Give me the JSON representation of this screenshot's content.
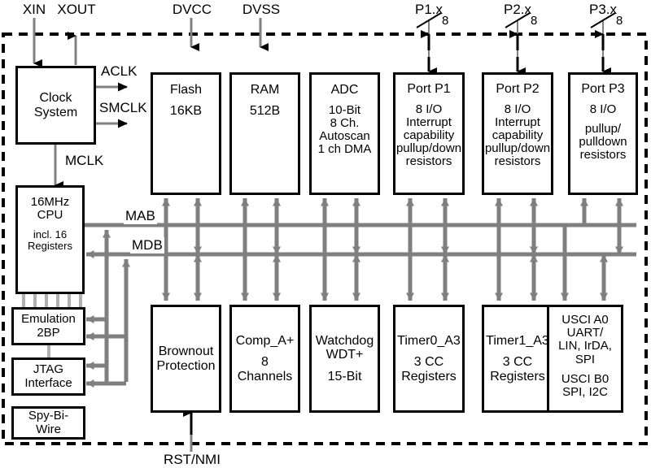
{
  "diagram": {
    "title": "MSP430 Microcontroller Functional Block Diagram",
    "boundary_style": "dashed chip boundary",
    "colors": {
      "outline": "#000000",
      "bus": "#808080",
      "background": "#ffffff"
    }
  },
  "pins": {
    "top": [
      {
        "name": "XIN",
        "label": "XIN",
        "direction": "in"
      },
      {
        "name": "XOUT",
        "label": "XOUT",
        "direction": "out"
      },
      {
        "name": "DVCC",
        "label": "DVCC",
        "direction": "in"
      },
      {
        "name": "DVSS",
        "label": "DVSS",
        "direction": "in"
      },
      {
        "name": "P1x",
        "label": "P1.x",
        "direction": "bidir",
        "width": "8"
      },
      {
        "name": "P2x",
        "label": "P2.x",
        "direction": "bidir",
        "width": "8"
      },
      {
        "name": "P3x",
        "label": "P3.x",
        "direction": "bidir",
        "width": "8"
      }
    ],
    "bottom": [
      {
        "name": "RSTNMI",
        "label": "RST/NMI",
        "direction": "in"
      }
    ]
  },
  "clocks": {
    "aclk": "ACLK",
    "smclk": "SMCLK",
    "mclk": "MCLK"
  },
  "buses": {
    "mab": "MAB",
    "mdb": "MDB"
  },
  "blocks": {
    "clock_system": {
      "lines": [
        "Clock",
        "System"
      ]
    },
    "cpu": {
      "lines": [
        "16MHz",
        "CPU",
        "",
        "incl. 16",
        "Registers"
      ]
    },
    "emulation": {
      "lines": [
        "Emulation",
        "2BP"
      ]
    },
    "jtag": {
      "lines": [
        "JTAG",
        "Interface"
      ]
    },
    "spy_bi_wire": {
      "lines": [
        "Spy-Bi-",
        "Wire"
      ]
    },
    "flash": {
      "lines": [
        "Flash",
        "",
        "16KB"
      ]
    },
    "ram": {
      "lines": [
        "RAM",
        "",
        "512B"
      ]
    },
    "adc": {
      "lines": [
        "ADC",
        "",
        "10-Bit",
        "8 Ch.",
        "Autoscan",
        "1 ch DMA"
      ]
    },
    "port_p1": {
      "lines": [
        "Port P1",
        "",
        "8 I/O",
        "Interrupt",
        "capability",
        "pullup/down",
        "resistors"
      ]
    },
    "port_p2": {
      "lines": [
        "Port P2",
        "",
        "8 I/O",
        "Interrupt",
        "capability",
        "pullup/down",
        "resistors"
      ]
    },
    "port_p3": {
      "lines": [
        "Port P3",
        "",
        "8 I/O",
        "",
        "pullup/",
        "pulldown",
        "resistors"
      ]
    },
    "brownout": {
      "lines": [
        "Brownout",
        "Protection"
      ]
    },
    "comp_a": {
      "lines": [
        "Comp_A+",
        "",
        "8",
        "Channels"
      ]
    },
    "watchdog": {
      "lines": [
        "Watchdog",
        "WDT+",
        "",
        "15-Bit"
      ]
    },
    "timer0": {
      "lines": [
        "Timer0_A3",
        "",
        "3 CC",
        "Registers"
      ]
    },
    "timer1": {
      "lines": [
        "Timer1_A3",
        "",
        "3 CC",
        "Registers"
      ]
    },
    "usci": {
      "lines": [
        "USCI A0",
        "UART/",
        "LIN, IrDA,",
        "SPI",
        "",
        "USCI B0",
        "SPI, I2C"
      ]
    }
  }
}
